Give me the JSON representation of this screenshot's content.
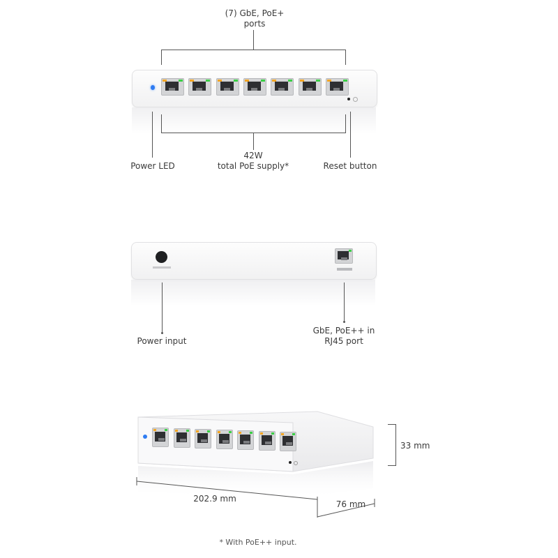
{
  "front_view": {
    "ports_label_line1": "(7) GbE, PoE+",
    "ports_label_line2": "ports",
    "poe_label_line1": "42W",
    "poe_label_line2": "total PoE supply*",
    "power_led_label": "Power LED",
    "reset_label": "Reset button",
    "port_count": 7
  },
  "rear_view": {
    "power_input_label": "Power input",
    "uplink_label_line1": "GbE, PoE++ in",
    "uplink_label_line2": "RJ45 port"
  },
  "dimensions": {
    "height": "33 mm",
    "width": "202.9 mm",
    "depth": "76 mm"
  },
  "footnote": "* With PoE++ input.",
  "colors": {
    "power_led": "#2f7cf2",
    "port_led_link": "#3bcf46",
    "port_led_activity": "#f4a623",
    "device_body": "#f6f6f7"
  }
}
